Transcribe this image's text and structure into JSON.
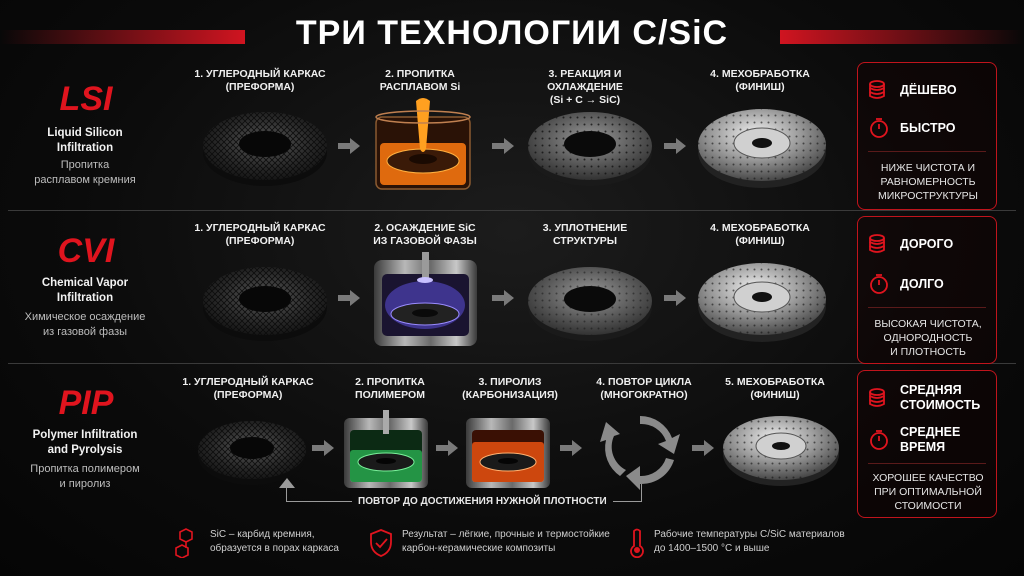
{
  "title": "ТРИ ТЕХНОЛОГИИ C/SiC",
  "rows": [
    {
      "code": "LSI",
      "eng": [
        "Liquid Silicon",
        "Infiltration"
      ],
      "ru": [
        "Пропитка",
        "расплавом кремния"
      ],
      "steps": [
        [
          "1. УГЛЕРОДНЫЙ КАРКАС",
          "(ПРЕФОРМА)"
        ],
        [
          "2. ПРОПИТКА",
          "РАСПЛАВОМ Si"
        ],
        [
          "3. РЕАКЦИЯ И ОХЛАЖДЕНИЕ",
          "(Si + C → SiC)"
        ],
        [
          "4. МЕХОБРАБОТКА",
          "(ФИНИШ)"
        ]
      ],
      "panel": {
        "items": [
          "ДЁШЕВО",
          "БЫСТРО"
        ],
        "note": [
          "НИЖЕ ЧИСТОТА И",
          "РАВНОМЕРНОСТЬ",
          "МИКРОСТРУКТУРЫ"
        ]
      }
    },
    {
      "code": "CVI",
      "eng": [
        "Chemical Vapor",
        "Infiltration"
      ],
      "ru": [
        "Химическое осаждение",
        "из газовой фазы"
      ],
      "steps": [
        [
          "1. УГЛЕРОДНЫЙ КАРКАС",
          "(ПРЕФОРМА)"
        ],
        [
          "2. ОСАЖДЕНИЕ SiC",
          "ИЗ ГАЗОВОЙ ФАЗЫ"
        ],
        [
          "3. УПЛОТНЕНИЕ",
          "СТРУКТУРЫ"
        ],
        [
          "4. МЕХОБРАБОТКА",
          "(ФИНИШ)"
        ]
      ],
      "panel": {
        "items": [
          "ДОРОГО",
          "ДОЛГО"
        ],
        "note": [
          "ВЫСОКАЯ ЧИСТОТА,",
          "ОДНОРОДНОСТЬ",
          "И ПЛОТНОСТЬ"
        ]
      }
    },
    {
      "code": "PIP",
      "eng": [
        "Polymer Infiltration",
        "and Pyrolysis"
      ],
      "ru": [
        "Пропитка полимером",
        "и пиролиз"
      ],
      "steps": [
        [
          "1. УГЛЕРОДНЫЙ КАРКАС",
          "(ПРЕФОРМА)"
        ],
        [
          "2. ПРОПИТКА",
          "ПОЛИМЕРОМ"
        ],
        [
          "3. ПИРОЛИЗ",
          "(КАРБОНИЗАЦИЯ)"
        ],
        [
          "4. ПОВТОР ЦИКЛА",
          "(МНОГОКРАТНО)"
        ],
        [
          "5. МЕХОБРАБОТКА",
          "(ФИНИШ)"
        ]
      ],
      "loop": "ПОВТОР ДО ДОСТИЖЕНИЯ НУЖНОЙ ПЛОТНОСТИ",
      "panel": {
        "items": [
          [
            "СРЕДНЯЯ",
            "СТОИМОСТЬ"
          ],
          [
            "СРЕДНЕЕ",
            "ВРЕМЯ"
          ]
        ],
        "note": [
          "ХОРОШЕЕ КАЧЕСТВО",
          "ПРИ ОПТИМАЛЬНОЙ",
          "СТОИМОСТИ"
        ]
      }
    }
  ],
  "footer": [
    {
      "icon": "molecule-icon",
      "lines": [
        "SiC – карбид кремния,",
        "образуется в порах каркаса"
      ]
    },
    {
      "icon": "shield-check-icon",
      "lines": [
        "Результат – лёгкие, прочные и термостойкие",
        "карбон-керамические композиты"
      ]
    },
    {
      "icon": "thermometer-icon",
      "lines": [
        "Рабочие температуры C/SiC материалов",
        "до 1400–1500 °C и выше"
      ]
    }
  ],
  "colors": {
    "accent": "#e0141e",
    "panel_border": "#c0141c",
    "molten": "#ff8a1a",
    "plasma": "#7a6cff",
    "polymer": "#3fd26a",
    "pyrolysis": "#ff5a1a"
  }
}
